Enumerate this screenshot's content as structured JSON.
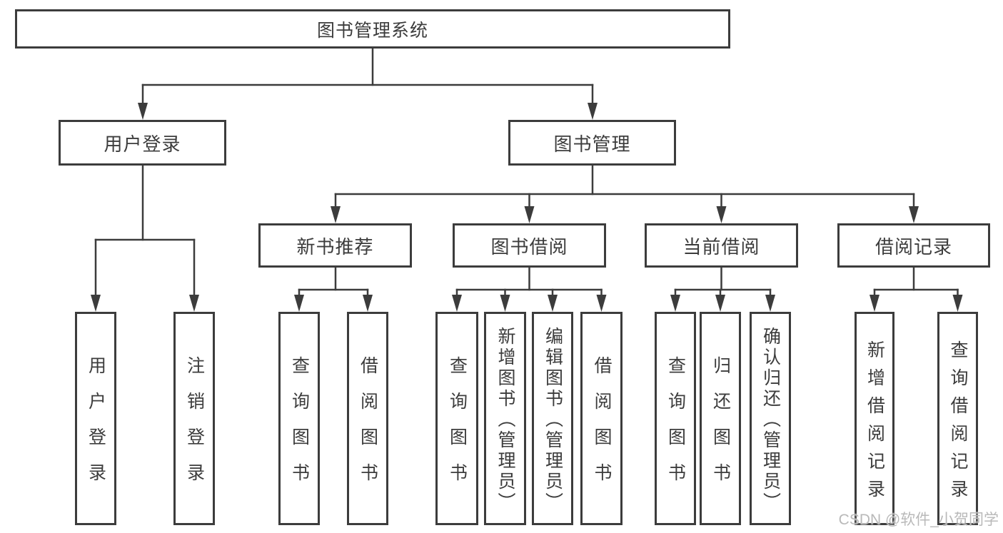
{
  "tree": {
    "root": {
      "label": "图书管理系统",
      "children": [
        {
          "label": "用户登录",
          "children": [
            {
              "label": "用户登录"
            },
            {
              "label": "注销登录"
            }
          ]
        },
        {
          "label": "图书管理",
          "children": [
            {
              "label": "新书推荐",
              "children": [
                {
                  "label": "查询图书"
                },
                {
                  "label": "借阅图书"
                }
              ]
            },
            {
              "label": "图书借阅",
              "children": [
                {
                  "label": "查询图书"
                },
                {
                  "label": "新增图书（管理员）"
                },
                {
                  "label": "编辑图书（管理员）"
                },
                {
                  "label": "借阅图书"
                }
              ]
            },
            {
              "label": "当前借阅",
              "children": [
                {
                  "label": "查询图书"
                },
                {
                  "label": "归还图书"
                },
                {
                  "label": "确认归还（管理员）"
                }
              ]
            },
            {
              "label": "借阅记录",
              "children": [
                {
                  "label": "新增借阅记录"
                },
                {
                  "label": "查询借阅记录"
                }
              ]
            }
          ]
        }
      ]
    }
  },
  "watermark": "CSDN @软件_小贺同学",
  "colors": {
    "line": "#3c3c3c",
    "box_border": "#3c3c3c",
    "text": "#3c3c3c",
    "watermark": "#b9b9b9",
    "background": "#ffffff"
  }
}
